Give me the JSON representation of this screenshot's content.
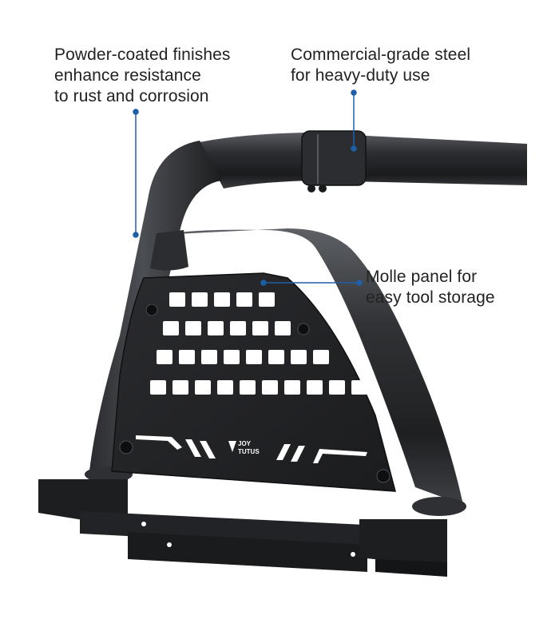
{
  "callouts": {
    "finish": "Powder-coated finishes\nenhance resistance\nto rust and corrosion",
    "steel": "Commercial-grade steel\nfor heavy-duty use",
    "molle": "Molle panel for\neasy tool storage"
  },
  "product": {
    "logo_line1": "JOY",
    "logo_line2": "TUTUS"
  },
  "colors": {
    "leader": "#1f5fa8",
    "metal_dark": "#1e1f21",
    "metal_mid": "#34363a",
    "metal_light": "#55585d"
  }
}
